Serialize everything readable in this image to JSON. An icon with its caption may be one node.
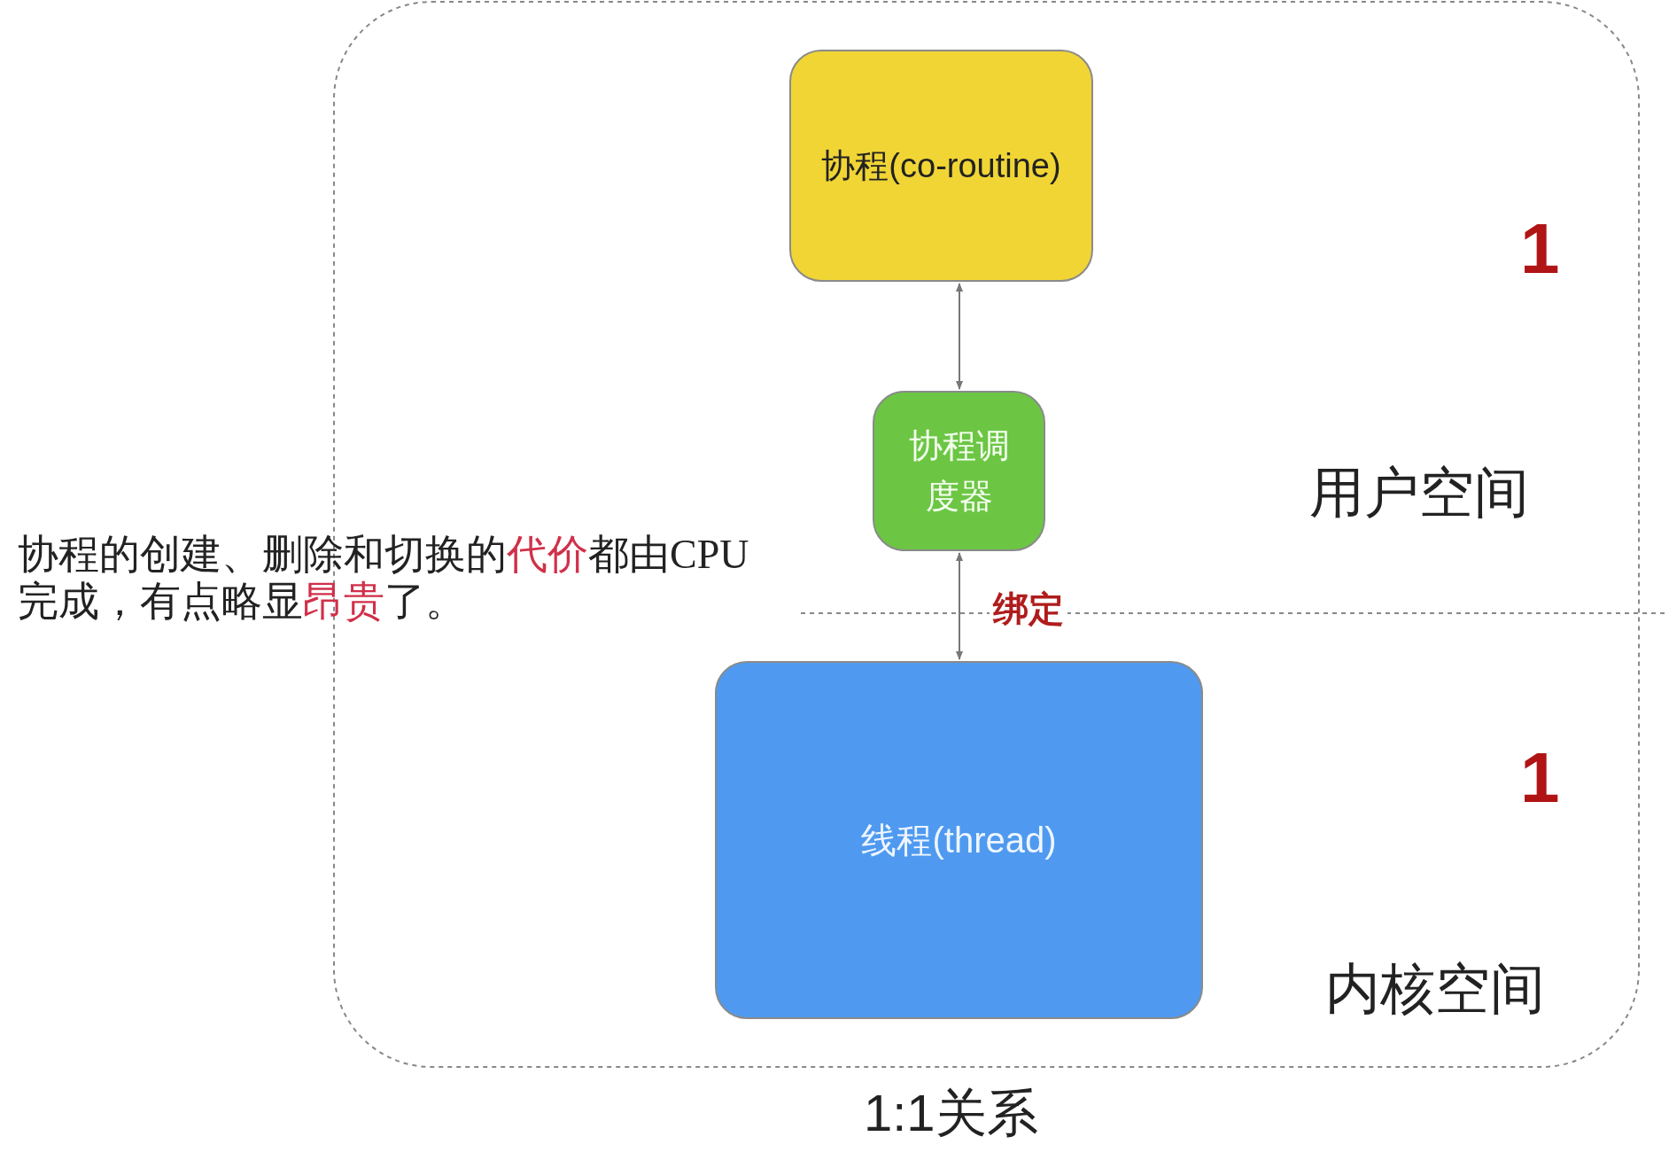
{
  "diagram": {
    "caption": "1:1关系",
    "nodes": [
      {
        "text": [
          "协程(co-routine)"
        ]
      },
      {
        "text": [
          "协程调度器"
        ]
      },
      {
        "text": [
          "线程(thread)"
        ]
      }
    ],
    "edges": [
      {
        "from": 0,
        "to": 1,
        "arrow": "both"
      },
      {
        "from": 1,
        "to": 2,
        "arrow": "both",
        "label": "绑定"
      }
    ],
    "labels": [
      "1",
      "用户空间",
      "协程的创建、删除和切换的**代价**都由CPU完成，有点略显**昂贵**了。",
      "1",
      "内核空间"
    ]
  }
}
